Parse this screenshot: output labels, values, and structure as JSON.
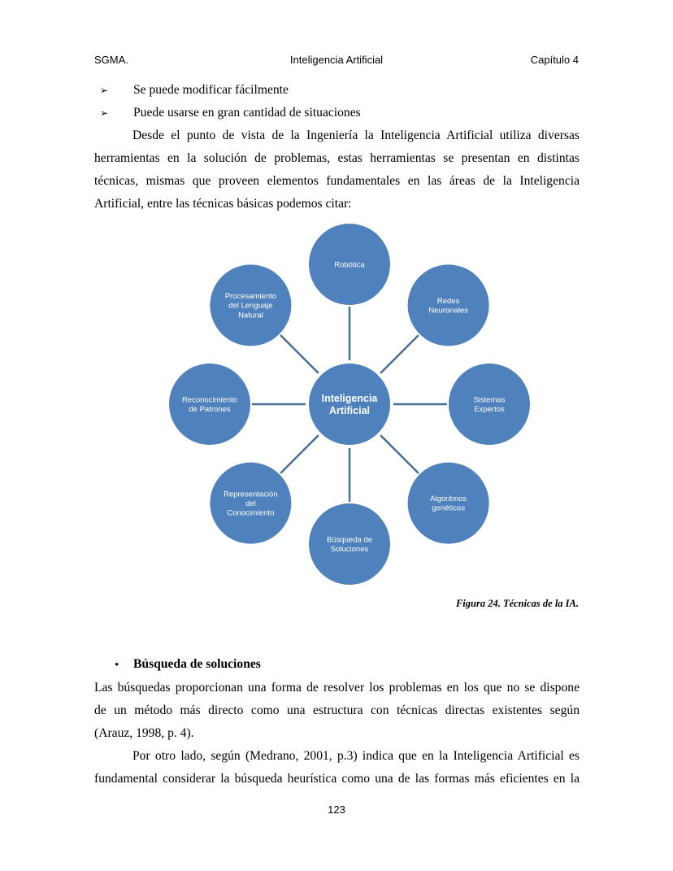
{
  "header": {
    "left": "SGMA.",
    "center": "Inteligencia Artificial",
    "right": "Capítulo 4"
  },
  "bullets": [
    "Se puede modificar fácilmente",
    "Puede usarse en gran cantidad de situaciones"
  ],
  "intro_paragraph": [
    "Desde el punto de vista de la Ingeniería la Inteligencia Artificial utiliza diversas",
    "herramientas en la solución de problemas, estas herramientas se presentan en distintas",
    "técnicas, mismas que proveen elementos fundamentales en las áreas de la Inteligencia",
    "Artificial, entre las técnicas básicas podemos citar:"
  ],
  "diagram": {
    "center": [
      "Inteligencia",
      "Artificial"
    ],
    "nodes": [
      {
        "label": [
          "Robótica"
        ]
      },
      {
        "label": [
          "Redes",
          "Neuronales"
        ]
      },
      {
        "label": [
          "Sistemas",
          "Expertos"
        ]
      },
      {
        "label": [
          "Algoritmos",
          "genéticos"
        ]
      },
      {
        "label": [
          "Búsqueda de",
          "Soluciones"
        ]
      },
      {
        "label": [
          "Representación",
          "del",
          "Conocimiento"
        ]
      },
      {
        "label": [
          "Reconocimiento",
          "de Patrones"
        ]
      },
      {
        "label": [
          "Procesamiento",
          "del Lenguaje",
          "Natural"
        ]
      }
    ],
    "fill_color": "#4f81bd",
    "text_color": "#ffffff",
    "connector_color": "#4a6e96"
  },
  "caption": "Figura 24. Técnicas de la IA.",
  "section": {
    "bullet": "•",
    "title": "Búsqueda de soluciones",
    "paragraph1": [
      "Las búsquedas proporcionan una forma de resolver los problemas en los que no se dispone",
      "de un método más directo como una estructura con técnicas directas existentes según",
      "(Arauz, 1998, p. 4)."
    ],
    "paragraph2": [
      "Por otro lado, según (Medrano, 2001, p.3) indica que en  la Inteligencia Artificial es",
      "fundamental considerar la búsqueda heurística como una de las formas más eficientes en la"
    ]
  },
  "page_number": "123"
}
